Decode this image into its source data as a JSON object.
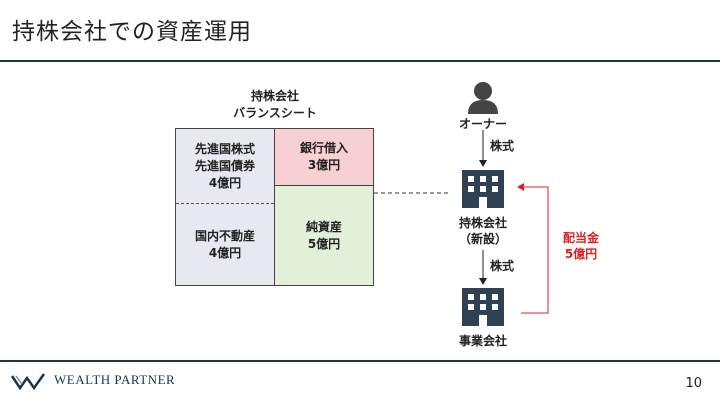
{
  "title": "持株会社での資産運用",
  "balance_sheet": {
    "title": "持株会社\nバランスシート",
    "asset_top": "先進国株式\n先進国債券\n4億円",
    "asset_bottom": "国内不動産\n4億円",
    "liability": "銀行借入\n3億円",
    "equity": "純資産\n5億円"
  },
  "entities": {
    "owner": "オーナー",
    "holding_company": "持株会社\n（新設）",
    "operating_company": "事業会社"
  },
  "flows": {
    "owner_to_holding": "株式",
    "holding_to_operating": "株式",
    "dividend": "配当金\n5億円"
  },
  "footer": {
    "brand": "WEALTH PARTNER",
    "page_number": "10"
  },
  "colors": {
    "navy": "#1f3349",
    "dividend_red": "#e02020",
    "asset_fill": "#e6eaf0",
    "liability_fill": "#f8d0d3",
    "equity_fill": "#e2efd9"
  },
  "icons": [
    "person-icon",
    "building-icon",
    "building-icon",
    "wealth-partner-logo"
  ]
}
